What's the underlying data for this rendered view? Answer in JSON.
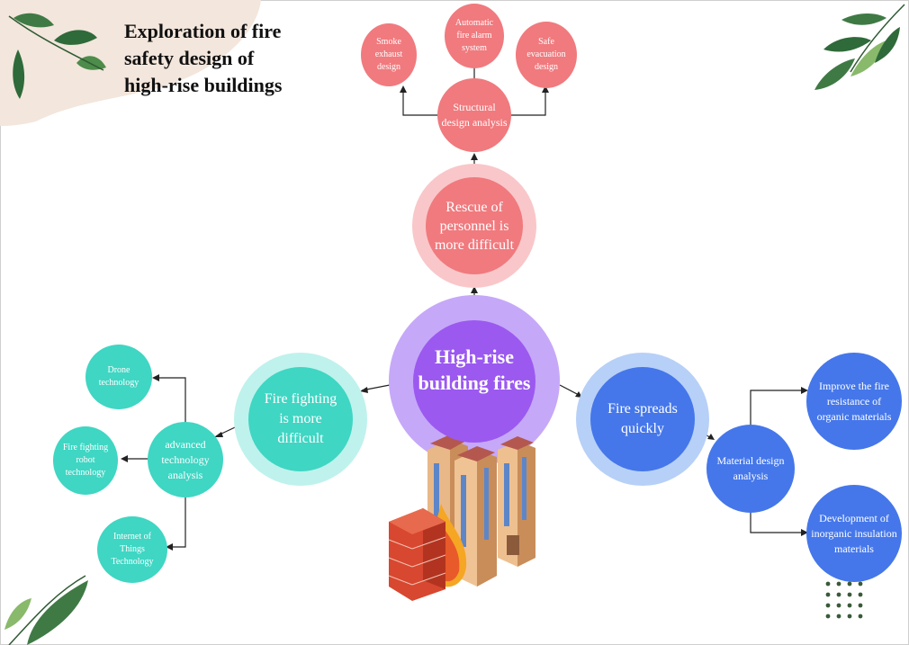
{
  "title": "Exploration of fire\nsafety design of\nhigh-rise buildings",
  "center": {
    "label": "High-rise building fires",
    "color": "#9b59f0",
    "ring": "#c6a8f8"
  },
  "branches": {
    "top": {
      "label": "Rescue of personnel is more difficult",
      "color": "#f07a7e",
      "ring": "#f9c7c9",
      "sub": {
        "label": "Structural design analysis"
      },
      "leaves": [
        "Smoke exhaust design",
        "Automatic fire alarm system",
        "Safe evacuation design"
      ]
    },
    "left": {
      "label": "Fire fighting is more difficult",
      "color": "#3fd6c3",
      "ring": "#bff2ec",
      "sub": {
        "label": "advanced technology analysis"
      },
      "leaves": [
        "Drone technology",
        "Fire fighting robot technology",
        "Internet of Things Technology"
      ]
    },
    "right": {
      "label": "Fire spreads quickly",
      "color": "#4577ea",
      "ring": "#b7d0f7",
      "sub": {
        "label": "Material design analysis"
      },
      "leaves": [
        "Improve the fire resistance of organic materials",
        "Development of inorganic insulation materials"
      ]
    }
  }
}
